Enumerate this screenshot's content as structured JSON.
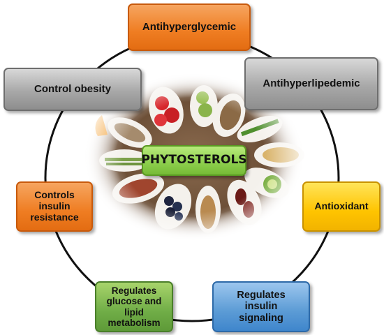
{
  "center": {
    "label": "PHYTOSTEROLS"
  },
  "nodes": [
    {
      "id": "antihyperglycemic",
      "label": "Antihyperglycemic",
      "color": "#ef7d22"
    },
    {
      "id": "antihyperlipedemic",
      "label": "Antihyperlipedemic",
      "color": "#a6a6a6"
    },
    {
      "id": "antioxidant",
      "label": "Antioxidant",
      "color": "#ffc000"
    },
    {
      "id": "regulates-insulin-signaling",
      "label": "Regulates insulin signaling",
      "color": "#5b9bd5"
    },
    {
      "id": "regulates-glucose-lipid",
      "label": "Regulates glucose and lipid metabolism",
      "color": "#70ad47"
    },
    {
      "id": "controls-insulin-resistance",
      "label": "Controls insulin resistance",
      "color": "#ef7d22"
    },
    {
      "id": "control-obesity",
      "label": "Control obesity",
      "color": "#a6a6a6"
    }
  ],
  "image": {
    "subject": "superfoods-platter",
    "icon": "food-bowls-photo"
  }
}
